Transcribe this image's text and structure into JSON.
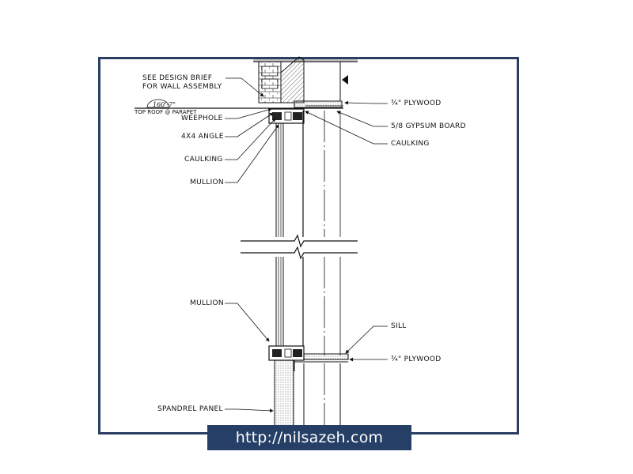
{
  "labels": {
    "design_brief_line1": "SEE DESIGN BRIEF",
    "design_brief_line2": "FOR WALL ASSEMBLY",
    "elevation_value": "160'-7\"",
    "elevation_note": "TOP ROOF @ PARAPET",
    "weephole": "WEEPHOLE",
    "angle": "4X4 ANGLE",
    "caulking_left": "CAULKING",
    "mullion_top": "MULLION",
    "plywood_top": "¾\" PLYWOOD",
    "gypsum": "5/8 GYPSUM BOARD",
    "caulking_right": "CAULKING",
    "mullion_bottom": "MULLION",
    "sill": "SILL",
    "plywood_bottom": "¾\" PLYWOOD",
    "spandrel": "SPANDREL PANEL"
  },
  "watermark": {
    "url": "http://nilsazeh.com"
  },
  "colors": {
    "frame": "#2b3f63",
    "banner_bg": "#253f66",
    "banner_text": "#ffffff",
    "line": "#111111"
  }
}
